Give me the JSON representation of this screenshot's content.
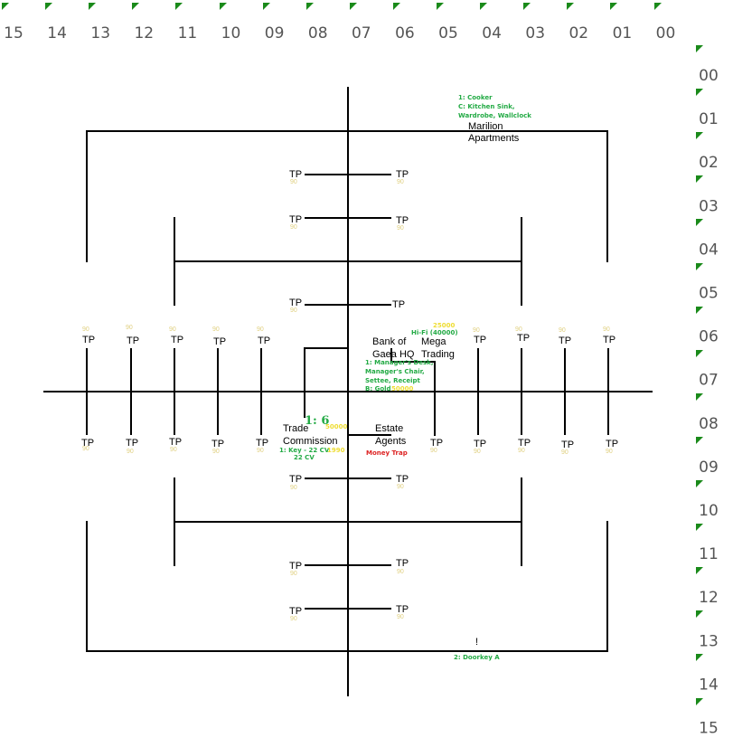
{
  "colors": {
    "green": "#22aa44",
    "yellow": "#eedd33",
    "red": "#dd2222",
    "tp_cost": "#e0d080",
    "marker": "#1a8a1a"
  },
  "columns": [
    "15",
    "14",
    "13",
    "12",
    "11",
    "10",
    "09",
    "08",
    "07",
    "06",
    "05",
    "04",
    "03",
    "02",
    "01",
    "00"
  ],
  "rows": [
    "00",
    "01",
    "02",
    "03",
    "04",
    "05",
    "06",
    "07",
    "08",
    "09",
    "10",
    "11",
    "12",
    "13",
    "14",
    "15"
  ],
  "tp_label": "TP",
  "tp_cost": "90",
  "buildings": {
    "marilion": {
      "line1": "Marilion",
      "line2": "Apartments",
      "note1": "1: Cooker",
      "note2": "C: Kitchen Sink,",
      "note3": "Wardrobe, Wallclock"
    },
    "bank": {
      "line1": "Bank of",
      "line2": "Gaea HQ",
      "note1": "1: Manager's Desk,",
      "note2": "Manager's Chair,",
      "note3": "Settee, Receipt",
      "note4": "B: Gold",
      "price": "50000"
    },
    "mega": {
      "line1": "Mega",
      "line2": "Trading",
      "note": "Hi-Fi (40000)",
      "price": "25000"
    },
    "trade": {
      "line1": "Trade",
      "line2": "Commission",
      "big": "1: 6",
      "price": "50000",
      "note1": "1: Key - 22 CV",
      "note2": "22 CV",
      "price2": "1990"
    },
    "estate": {
      "line1": "Estate",
      "line2": "Agents",
      "note": "Money Trap"
    },
    "exclaim": {
      "mark": "!",
      "note": "2: Doorkey A"
    }
  }
}
